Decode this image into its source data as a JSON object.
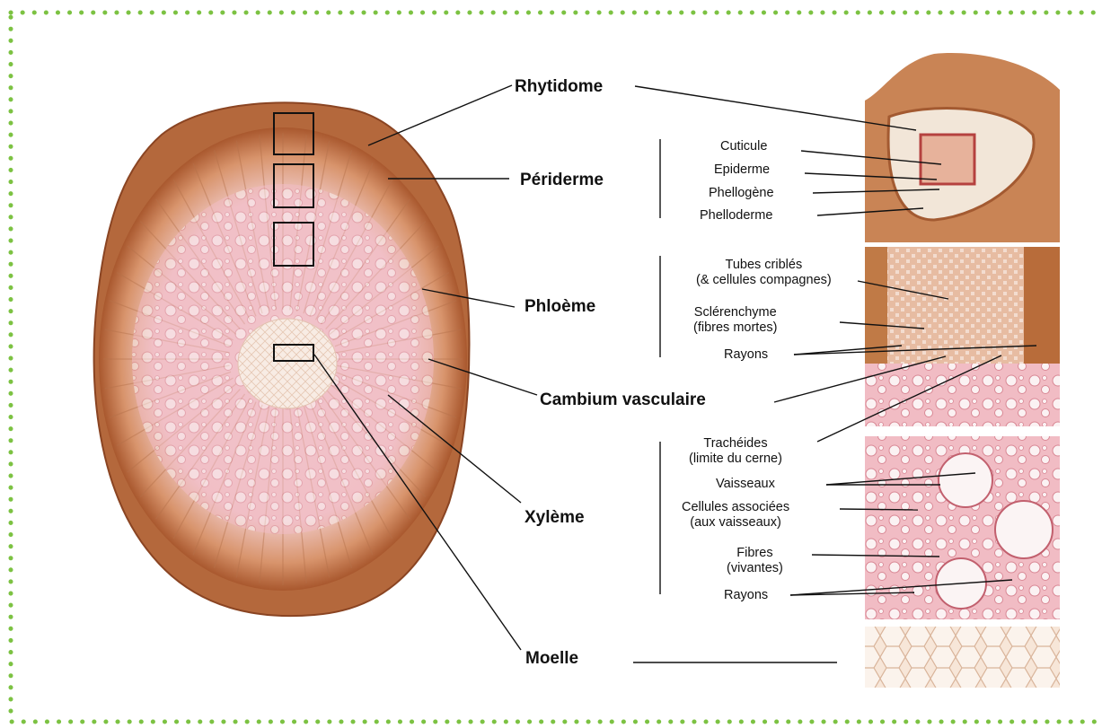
{
  "frame": {
    "border_color": "#7cc242",
    "style": "dotted"
  },
  "main_labels": {
    "rhytidome": "Rhytidome",
    "periderme": "Périderme",
    "phloeme": "Phloème",
    "cambium": "Cambium vasculaire",
    "xyleme": "Xylème",
    "moelle": "Moelle"
  },
  "periderme_details": {
    "cuticule": "Cuticule",
    "epiderme": "Epiderme",
    "phellogene": "Phellogène",
    "phelloderme": "Phelloderme"
  },
  "phloeme_details": {
    "tubes_line1": "Tubes criblés",
    "tubes_line2": "(& cellules compagnes)",
    "sclerenchyme_line1": "Sclérenchyme",
    "sclerenchyme_line2": "(fibres mortes)",
    "rayons": "Rayons"
  },
  "xyleme_details": {
    "tracheides_line1": "Trachéides",
    "tracheides_line2": "(limite du cerne)",
    "vaisseaux": "Vaisseaux",
    "cellules_line1": "Cellules associées",
    "cellules_line2": "(aux vaisseaux)",
    "fibres_line1": "Fibres",
    "fibres_line2": "(vivantes)",
    "rayons": "Rayons"
  },
  "colors": {
    "bark_dark": "#a0522d",
    "bark_mid": "#c97b4a",
    "phloem": "#e6b9a0",
    "xylem": "#f2c9cf",
    "pith": "#f7e9df",
    "cell_wall": "#d98895",
    "vessel": "#fbf4f4"
  }
}
